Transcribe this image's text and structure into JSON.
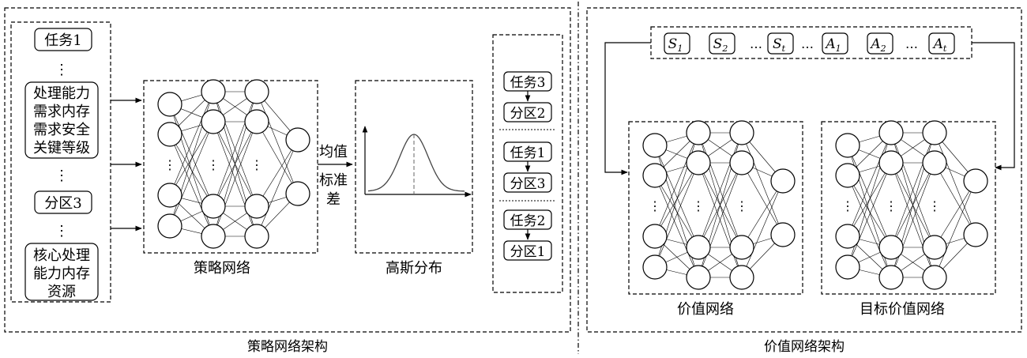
{
  "policy_side": {
    "caption": "策略网络架构",
    "input_items": {
      "task": "任务1",
      "task_attrs": [
        "处理能力",
        "需求内存",
        "需求安全",
        "关键等级"
      ],
      "partition": "分区3",
      "partition_attrs": [
        "核心处理",
        "能力内存",
        "资源"
      ],
      "ellipsis": "⋮"
    },
    "policy_network_label": "策略网络",
    "outputs_label": [
      "均值",
      "标准",
      "差"
    ],
    "gaussian_label": "高斯分布",
    "assignments": [
      {
        "task": "任务3",
        "partition": "分区2"
      },
      {
        "task": "任务1",
        "partition": "分区3"
      },
      {
        "task": "任务2",
        "partition": "分区1"
      }
    ]
  },
  "value_side": {
    "caption": "价值网络架构",
    "sequence": [
      {
        "base": "S",
        "sub": "1"
      },
      {
        "base": "S",
        "sub": "2"
      },
      {
        "sep": "…"
      },
      {
        "base": "S",
        "sub": "t"
      },
      {
        "sep": "…"
      },
      {
        "base": "A",
        "sub": "1"
      },
      {
        "base": "A",
        "sub": "2"
      },
      {
        "sep": "…"
      },
      {
        "base": "A",
        "sub": "t"
      }
    ],
    "value_network_label": "价值网络",
    "target_network_label": "目标价值网络"
  }
}
